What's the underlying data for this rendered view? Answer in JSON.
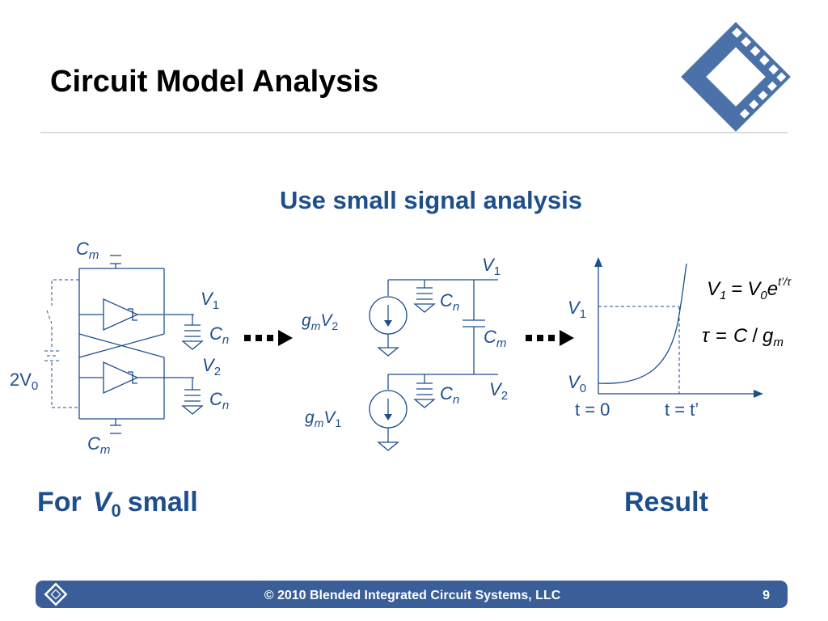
{
  "title": "Circuit Model Analysis",
  "subtitle": "Use small signal analysis",
  "caption_left": {
    "prefix": "For",
    "var": "V",
    "sub": "0",
    "suffix": "small"
  },
  "caption_right": "Result",
  "footer": {
    "text": "© 2010 Blended Integrated Circuit Systems, LLC",
    "page": "9"
  },
  "colors": {
    "accent": "#1f4e8c",
    "footer_bar": "#3a5f98",
    "logo": "#4a72a8"
  },
  "icons": {
    "logo": "diamond-film-logo-icon",
    "footer_logo": "diamond-logo-icon",
    "arrow": "dotted-arrow-icon"
  },
  "left_circuit": {
    "cm_top": {
      "main": "C",
      "sub": "m"
    },
    "cm_bottom": {
      "main": "C",
      "sub": "m"
    },
    "v1": {
      "main": "V",
      "sub": "1"
    },
    "v2": {
      "main": "V",
      "sub": "2"
    },
    "cn_top": {
      "main": "C",
      "sub": "n"
    },
    "cn_bottom": {
      "main": "C",
      "sub": "n"
    },
    "source": {
      "pre": "2V",
      "sub": "0"
    }
  },
  "middle_circuit": {
    "v1": {
      "main": "V",
      "sub": "1"
    },
    "v2": {
      "main": "V",
      "sub": "2"
    },
    "cn_top": {
      "main": "C",
      "sub": "n"
    },
    "cn_bottom": {
      "main": "C",
      "sub": "n"
    },
    "cm": {
      "main": "C",
      "sub": "m"
    },
    "gm_v2": {
      "g": "g",
      "gsub": "m",
      "v": "V",
      "vsub": "2"
    },
    "gm_v1": {
      "g": "g",
      "gsub": "m",
      "v": "V",
      "vsub": "1"
    }
  },
  "graph": {
    "y_v1": {
      "main": "V",
      "sub": "1"
    },
    "y_v0": {
      "main": "V",
      "sub": "0"
    },
    "x_t0": "t = 0",
    "x_tp": "t = t’",
    "curve": "exponential"
  },
  "equations": {
    "eq1": {
      "lhs": "V",
      "lhs_sub": "1",
      "eq": "=",
      "rhs": "V",
      "rhs_sub": "0",
      "e": "e",
      "exp": "t’/τ"
    },
    "eq2": {
      "tau": "τ",
      "eq": "=",
      "c": "C",
      "slash": "/",
      "g": "g",
      "gsub": "m"
    }
  }
}
